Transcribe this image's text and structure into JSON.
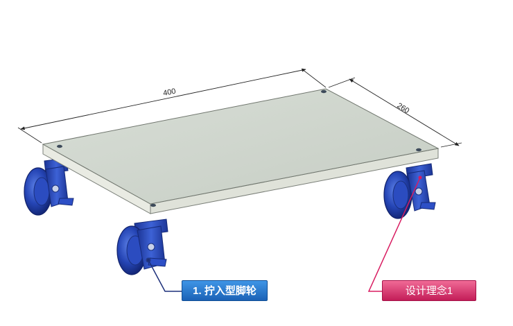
{
  "dimensions": {
    "length": "400",
    "width": "260"
  },
  "callouts": {
    "left": {
      "label": "1. 拧入型脚轮",
      "color": "#1f6bc2",
      "line_color": "#1c2f7a"
    },
    "right": {
      "label": "设计理念1",
      "color": "#d42f68",
      "line_color": "#d81b60"
    }
  },
  "colors": {
    "top_panel": "#ced5cd",
    "caster_blue": "#2747b8",
    "dimension_lines": "#222222"
  }
}
